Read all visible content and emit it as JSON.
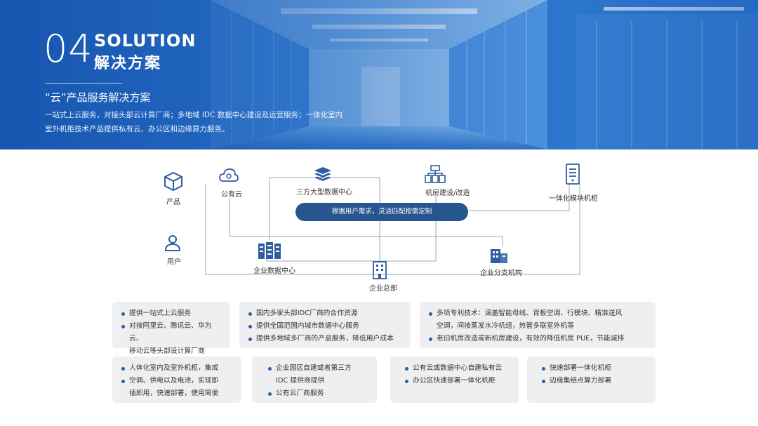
{
  "hero": {
    "number": "04",
    "title_en": "SOLUTION",
    "title_cn": "解决方案",
    "subtitle": "“云”产品服务解决方案",
    "description_line1": "一站式上云服务，对接头部云计算厂商；多地域 IDC 数据中心建设及运营服务；一体化室内",
    "description_line2": "室外机柜技术产品提供私有云、办公区和边缘算力服务。"
  },
  "diagram": {
    "row_product": "产品",
    "row_user": "用户",
    "public_cloud": "公有云",
    "third_party_dc": "三方大型数据中心",
    "room_build": "机房建设/改造",
    "integrated_cabinet": "一体化模块机柜",
    "center_pill": "根据用户需求，灵活匹配按需定制",
    "enterprise_dc": "企业数据中心",
    "branch": "企业分支机构",
    "hq": "企业总部",
    "accent_color": "#27558f"
  },
  "cards_top": [
    {
      "items": [
        "提供一站式上云服务",
        "对接阿里云、腾讯云、华为云、",
        "移动云等头部设计算厂商"
      ],
      "bullets": [
        true,
        true,
        false
      ]
    },
    {
      "items": [
        "国内多家头部IDC厂商的合作资源",
        "提供全国范围内城市数据中心服务",
        "提供多地域多厂商的产品服务，降低用户成本"
      ],
      "bullets": [
        true,
        true,
        true
      ]
    },
    {
      "items": [
        "多项专利技术：涵盖智能母线、背板空调、行模块、精准送风",
        "空调，间接蒸发水冷机组，热管多联室外机等",
        "老旧机房改造或新机房建设，有效的降低机房 PUE，节能减排"
      ],
      "bullets": [
        true,
        false,
        true
      ]
    }
  ],
  "cards_bottom": [
    {
      "items": [
        "人体化室内及室外机柜，集成",
        "空调、供电以及电池，实现即",
        "插即用，快速部署，使用简便"
      ],
      "bullets": [
        true,
        true,
        false
      ]
    },
    {
      "items": [
        "企业园区自建或者第三方",
        "IDC 提供商提供",
        "公有云厂商服务"
      ],
      "bullets": [
        true,
        false,
        true
      ]
    },
    {
      "items": [
        "公有云或数据中心自建私有云",
        "办公区快速部署一体化机柜"
      ],
      "bullets": [
        true,
        true
      ]
    },
    {
      "items": [
        "快速部署一体化机柜",
        "边缘集结点算力部署"
      ],
      "bullets": [
        true,
        true
      ]
    }
  ]
}
